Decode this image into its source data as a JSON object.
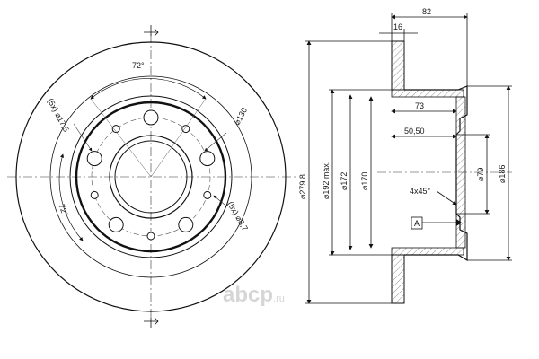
{
  "front_view": {
    "angle_top": "72°",
    "angle_left": "72°",
    "hole_label_large": "(5x) ⌀17,5",
    "hole_label_small": "(5x) ⌀8,7",
    "pcd_label": "⌀130"
  },
  "section_view": {
    "width_overall": "82",
    "flange_thickness": "16",
    "hat_depth": "73",
    "inner_depth": "50,50",
    "dia_outer": "⌀279,8",
    "dia_192": "⌀192 máx.",
    "dia_172": "⌀172",
    "dia_170": "⌀170",
    "dia_79": "⌀79",
    "dia_186": "⌀186",
    "chamfer": "4x45°",
    "datum": "A"
  },
  "watermark": {
    "brand": "abcp",
    "tld": ".ru"
  }
}
